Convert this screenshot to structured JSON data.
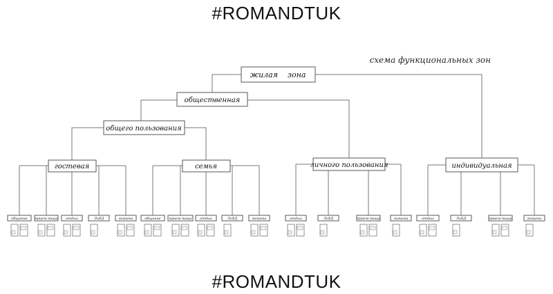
{
  "watermark_top": "#ROMANDTUK",
  "watermark_bottom": "#ROMANDTUK",
  "diagram_title": "схема функциональных зон",
  "tree": {
    "root": "жилая    зона",
    "public": "общественная",
    "general_use": "общего пользования",
    "guest": "гостевая",
    "family": "семья",
    "personal_use": "личного пользования",
    "individual": "индивидуальная"
  },
  "leaves": {
    "guest": [
      "общение",
      "прием пищи",
      "отдых",
      "ЛьХД",
      "гигиена"
    ],
    "family": [
      "общение",
      "прием пищи",
      "отдых",
      "ЛьХД",
      "гигиена"
    ],
    "personal": [
      "отдых",
      "ЛьХД",
      "прием пищи",
      "гигиена"
    ],
    "individual": [
      "отдых",
      "ЛьХД",
      "прием пищи",
      "гигиена"
    ]
  }
}
